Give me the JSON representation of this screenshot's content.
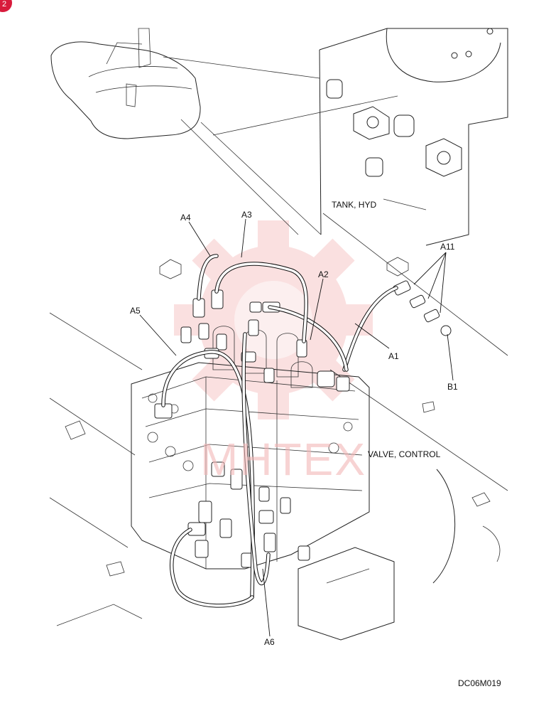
{
  "badge": {
    "text": "2",
    "color": "#d81b3c"
  },
  "labels": {
    "tank": "TANK, HYD",
    "valve": "VALVE, CONTROL",
    "a1": "A1",
    "a2": "A2",
    "a3": "A3",
    "a4": "A4",
    "a5": "A5",
    "a6": "A6",
    "a11": "A11",
    "b1": "B1"
  },
  "drawing_code": "DC06M019",
  "watermark": {
    "text": "MHTEX",
    "color": "#f2b7b7"
  }
}
